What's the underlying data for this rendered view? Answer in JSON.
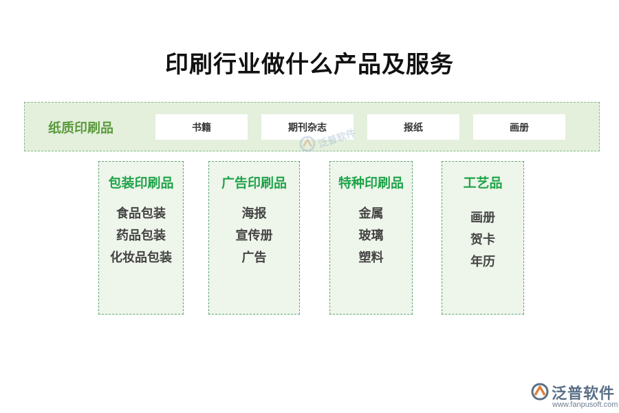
{
  "title": "印刷行业做什么产品及服务",
  "paper": {
    "label": "纸质印刷品",
    "items": [
      "书籍",
      "期刊杂志",
      "报纸",
      "画册"
    ]
  },
  "categories": [
    {
      "title": "包装印刷品",
      "items": [
        "食品包装",
        "药品包装",
        "化妆品包装"
      ]
    },
    {
      "title": "广告印刷品",
      "items": [
        "海报",
        "宣传册",
        "广告"
      ]
    },
    {
      "title": "特种印刷品",
      "items": [
        "金属",
        "玻璃",
        "塑料"
      ]
    },
    {
      "title": "工艺品",
      "items": [
        "画册",
        "贺卡",
        "年历"
      ]
    }
  ],
  "watermark": {
    "text": "泛普软件"
  },
  "logo": {
    "text": "泛普软件",
    "url": "www.fanpusoft.com"
  },
  "colors": {
    "band_bg": "#e4efdc",
    "band_border": "#86b98e",
    "band_label": "#5a9a3d",
    "box_bg": "#eef5ea",
    "box_border": "#5ba679",
    "box_title": "#1fa34a"
  }
}
